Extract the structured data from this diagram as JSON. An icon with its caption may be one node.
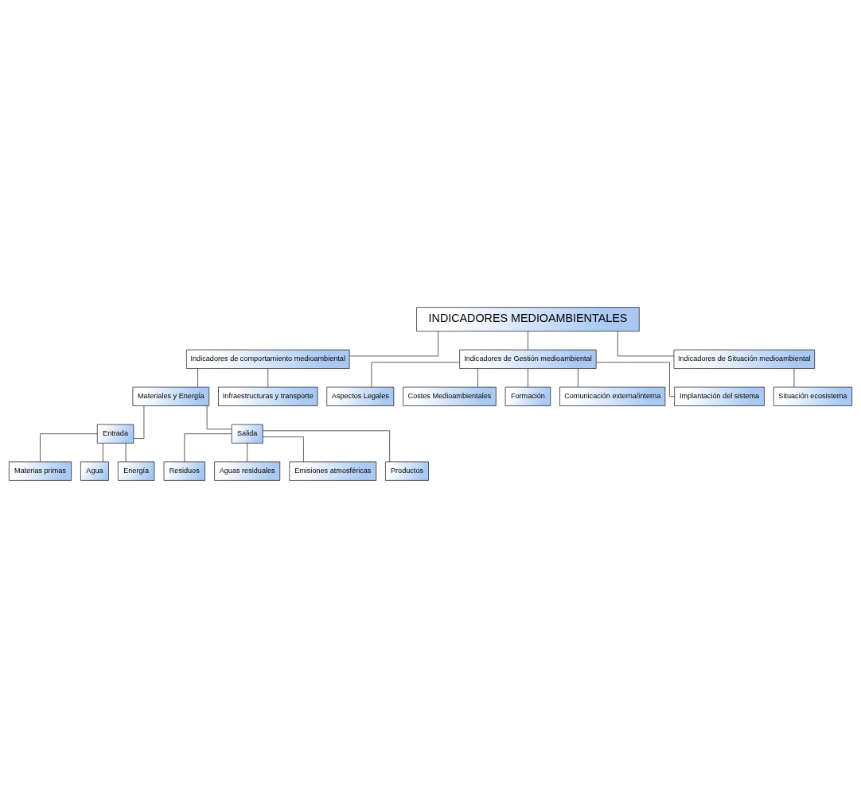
{
  "diagram": {
    "nodes": [
      {
        "text": [
          "INDICADORES MEDIOAMBIENTALES"
        ]
      },
      {
        "text": [
          "Indicadores de comportamiento medioambiental"
        ]
      },
      {
        "text": [
          "Indicadores de Gestión medioambiental"
        ]
      },
      {
        "text": [
          "Indicadores de Situación medioambiental"
        ]
      },
      {
        "text": [
          "Materiales y Energía"
        ]
      },
      {
        "text": [
          "Infraestructuras y transporte"
        ]
      },
      {
        "text": [
          "Aspectos Legales"
        ]
      },
      {
        "text": [
          "Situación ecosistema"
        ]
      },
      {
        "text": [
          "Costes Medioambientales"
        ]
      },
      {
        "text": [
          "Entrada"
        ]
      },
      {
        "text": [
          "Salida"
        ]
      },
      {
        "text": [
          "Materias primas"
        ]
      },
      {
        "text": [
          "Agua"
        ]
      },
      {
        "text": [
          "Energía"
        ]
      },
      {
        "text": [
          "Residuos"
        ]
      },
      {
        "text": [
          "Aguas residuales"
        ]
      },
      {
        "text": [
          "Emisiones atmosféricas"
        ]
      },
      {
        "text": [
          "Productos"
        ]
      },
      {
        "text": [
          "Formación"
        ]
      },
      {
        "text": [
          "Comunicación externa/interna"
        ]
      },
      {
        "text": [
          "Implantación del sistema"
        ]
      }
    ],
    "edges": [
      {
        "from": 0,
        "to": 1,
        "arrow": "none"
      },
      {
        "from": 0,
        "to": 2,
        "arrow": "none"
      },
      {
        "from": 0,
        "to": 3,
        "arrow": "none"
      },
      {
        "from": 1,
        "to": 4,
        "arrow": "none"
      },
      {
        "from": 1,
        "to": 5,
        "arrow": "none"
      },
      {
        "from": 2,
        "to": 6,
        "arrow": "none"
      },
      {
        "from": 2,
        "to": 8,
        "arrow": "none"
      },
      {
        "from": 2,
        "to": 18,
        "arrow": "none"
      },
      {
        "from": 2,
        "to": 19,
        "arrow": "none"
      },
      {
        "from": 2,
        "to": 20,
        "arrow": "none"
      },
      {
        "from": 3,
        "to": 7,
        "arrow": "none"
      },
      {
        "from": 4,
        "to": 9,
        "arrow": "none"
      },
      {
        "from": 4,
        "to": 10,
        "arrow": "none"
      },
      {
        "from": 9,
        "to": 11,
        "arrow": "none"
      },
      {
        "from": 9,
        "to": 12,
        "arrow": "none"
      },
      {
        "from": 9,
        "to": 13,
        "arrow": "none"
      },
      {
        "from": 10,
        "to": 14,
        "arrow": "none"
      },
      {
        "from": 10,
        "to": 15,
        "arrow": "none"
      },
      {
        "from": 10,
        "to": 16,
        "arrow": "none"
      },
      {
        "from": 10,
        "to": 17,
        "arrow": "none"
      }
    ]
  }
}
